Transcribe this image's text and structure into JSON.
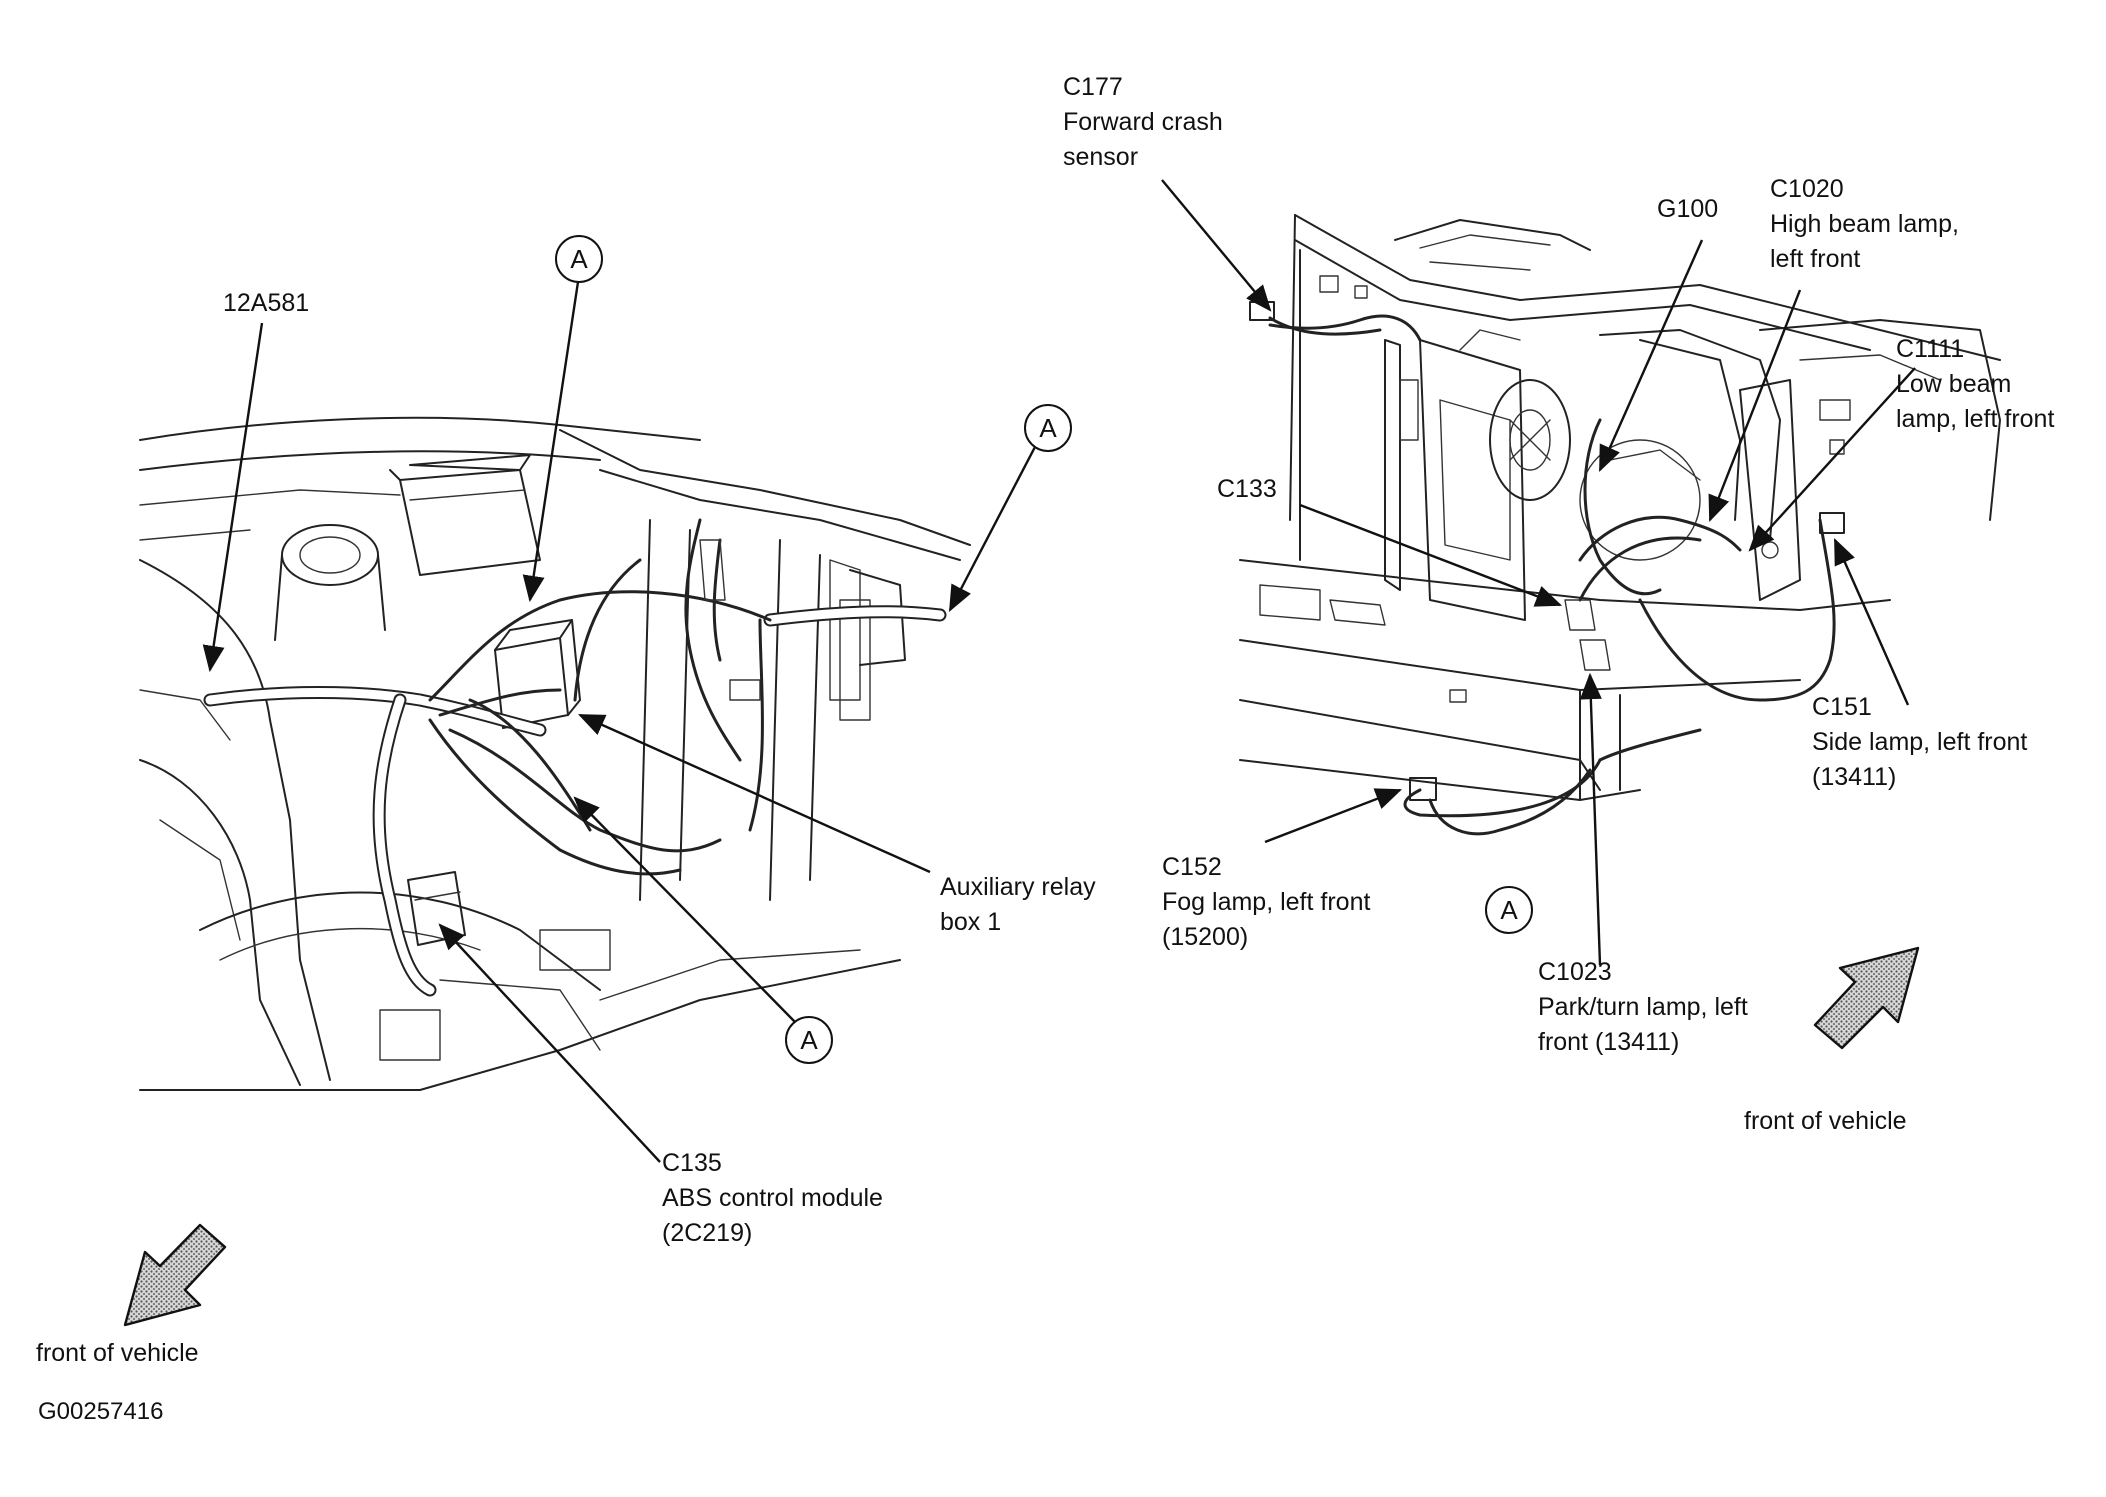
{
  "left_view": {
    "labels": {
      "harness": "12A581",
      "auxiliary_relay": [
        "Auxiliary relay",
        "box 1"
      ],
      "c135": [
        "C135",
        "ABS control module",
        "(2C219)"
      ],
      "callout_a": "A"
    },
    "front_of_vehicle": "front of vehicle"
  },
  "right_view": {
    "labels": {
      "c177": [
        "C177",
        "Forward crash",
        "sensor"
      ],
      "g100": "G100",
      "c1020": [
        "C1020",
        "High beam lamp,",
        "left front"
      ],
      "c1111": [
        "C1111",
        "Low beam",
        "lamp, left front"
      ],
      "c133": "C133",
      "c151": [
        "C151",
        "Side lamp, left front",
        "(13411)"
      ],
      "c152": [
        "C152",
        "Fog lamp, left front",
        "(15200)"
      ],
      "c1023": [
        "C1023",
        "Park/turn lamp, left",
        "front (13411)"
      ],
      "callout_a": "A"
    },
    "front_of_vehicle": "front of vehicle"
  },
  "figure_id": "G00257416"
}
